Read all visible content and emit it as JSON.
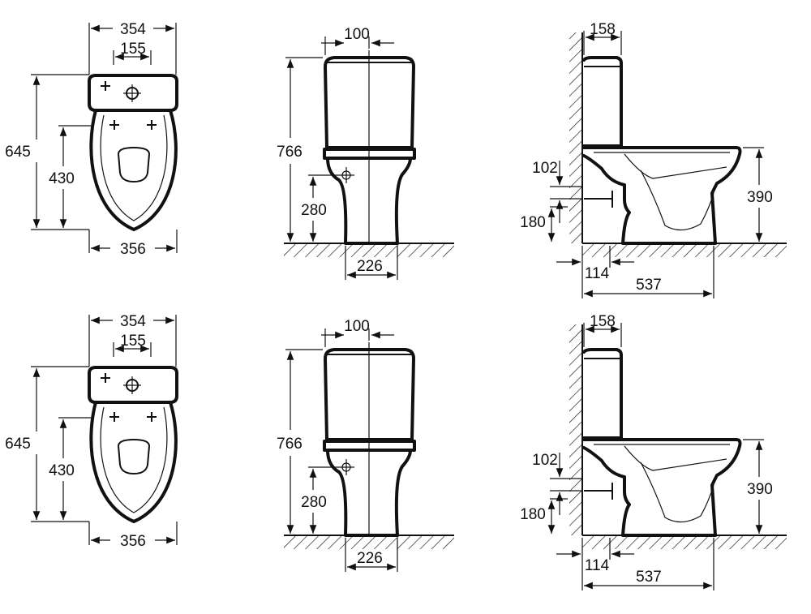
{
  "rows": [
    {
      "top_view": {
        "w_top": "354",
        "w_inner": "155",
        "h_total": "645",
        "h_bowl": "430",
        "w_bottom": "356"
      },
      "front_view": {
        "offset": "100",
        "h_total": "766",
        "h_inlet": "280",
        "w_base": "226"
      },
      "side_view": {
        "tank_d": "158",
        "h_pipe": "102",
        "h_outlet": "180",
        "h_seat": "390",
        "d_wall": "114",
        "d_total": "537"
      }
    },
    {
      "top_view": {
        "w_top": "354",
        "w_inner": "155",
        "h_total": "645",
        "h_bowl": "430",
        "w_bottom": "356"
      },
      "front_view": {
        "offset": "100",
        "h_total": "766",
        "h_inlet": "280",
        "w_base": "226"
      },
      "side_view": {
        "tank_d": "158",
        "h_pipe": "102",
        "h_outlet": "180",
        "h_seat": "390",
        "d_wall": "114",
        "d_total": "537"
      }
    }
  ]
}
